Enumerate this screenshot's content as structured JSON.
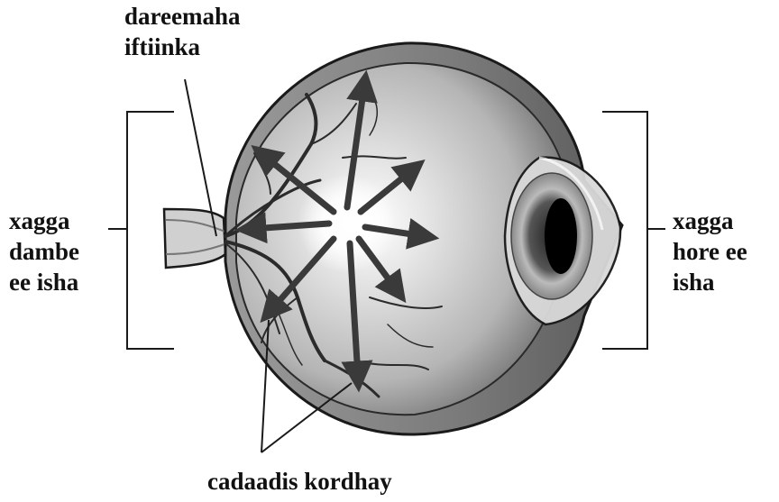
{
  "labels": {
    "flash": [
      "dareemaha",
      "iftiinka"
    ],
    "back_of_eye": [
      "xagga",
      "dambe",
      "ee isha"
    ],
    "front_of_eye": [
      "xagga",
      "hore ee",
      "isha"
    ],
    "blood_vessels": "cadaadis kordhay"
  },
  "colors": {
    "line": "#1a1a1a",
    "eyeball_shade": "#6e6e6e",
    "interior_light": "#e8e8e8",
    "flash_center": "#ffffff",
    "vessel": "#2b2b2b",
    "pupil": "#000000"
  }
}
